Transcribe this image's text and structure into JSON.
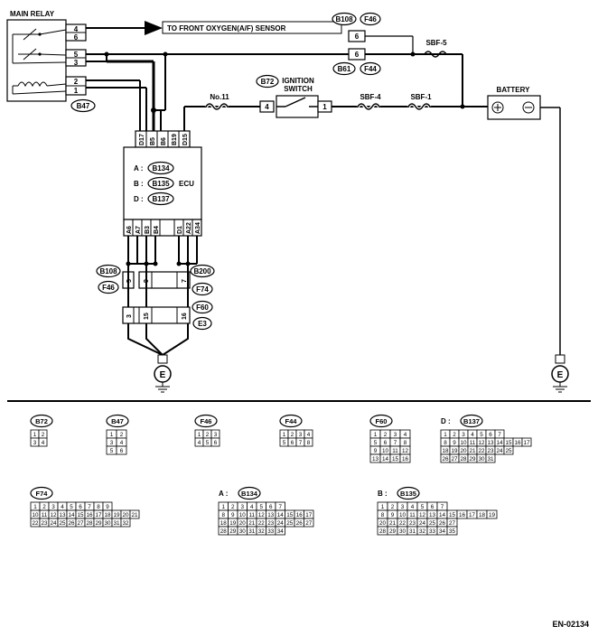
{
  "labels": {
    "main_relay": "MAIN RELAY",
    "to_sensor": "TO FRONT OXYGEN(A/F) SENSOR",
    "b108_top": "B108",
    "f46_top": "F46",
    "b61": "B61",
    "f44_top": "F44",
    "sbf5": "SBF-5",
    "b72_top": "B72",
    "ignition": "IGNITION",
    "switch": "SWITCH",
    "no11": "No.11",
    "sbf4": "SBF-4",
    "sbf1": "SBF-1",
    "battery": "BATTERY",
    "b47_main": "B47",
    "ecu": "ECU",
    "ecu_a_prefix": "A :",
    "ecu_b_prefix": "B :",
    "ecu_d_prefix": "D :",
    "ecu_a_conn": "B134",
    "ecu_b_conn": "B135",
    "ecu_d_conn": "B137",
    "b108_mid": "B108",
    "f46_mid": "F46",
    "b200": "B200",
    "f74_mid": "F74",
    "f60_mid": "F60",
    "e3": "E3",
    "ground_e": "E",
    "ground_e2": "E",
    "figure_code": "EN-02134"
  },
  "relay_pins": [
    "4",
    "6",
    "5",
    "3",
    "2",
    "1"
  ],
  "ecu_top_pins": [
    "D17",
    "B5",
    "B6",
    "B19",
    "D15"
  ],
  "ecu_bottom_pins": [
    "A6",
    "A7",
    "B3",
    "B4",
    "D1",
    "A22",
    "A34"
  ],
  "switch_pins": {
    "left": "4",
    "right": "1"
  },
  "b108_pin": "6",
  "b61_pin": "6",
  "mid_pins": {
    "b108": "5",
    "f74_left": "9",
    "b200": "7",
    "f60_a": "3",
    "f60_b": "15",
    "f60_c": "16"
  },
  "connector_views": {
    "b72": {
      "title": "B72",
      "rows": [
        [
          "1",
          "2"
        ],
        [
          "3",
          "4"
        ]
      ]
    },
    "b47": {
      "title": "B47",
      "rows": [
        [
          "1",
          "2"
        ],
        [
          "3",
          "4"
        ],
        [
          "5",
          "6"
        ]
      ]
    },
    "f46": {
      "title": "F46",
      "rows": [
        [
          "1",
          "2",
          "3"
        ],
        [
          "4",
          "5",
          "6"
        ]
      ]
    },
    "f44": {
      "title": "F44",
      "rows": [
        [
          "1",
          "2",
          "3",
          "4"
        ],
        [
          "5",
          "6",
          "7",
          "8"
        ]
      ]
    },
    "f60": {
      "title": "F60",
      "rows": [
        [
          "1",
          "2",
          "3",
          "4"
        ],
        [
          "5",
          "6",
          "7",
          "8"
        ],
        [
          "9",
          "10",
          "11",
          "12"
        ],
        [
          "13",
          "14",
          "15",
          "16"
        ]
      ]
    },
    "b137": {
      "prefix": "D :",
      "title": "B137",
      "rows": [
        [
          "1",
          "2",
          "3",
          "4",
          "5",
          "6",
          "7"
        ],
        [
          "8",
          "9",
          "10",
          "11",
          "12",
          "13",
          "14",
          "15",
          "16",
          "17"
        ],
        [
          "18",
          "19",
          "20",
          "21",
          "22",
          "23",
          "24",
          "25"
        ],
        [
          "26",
          "27",
          "28",
          "29",
          "30",
          "31"
        ]
      ]
    },
    "f74": {
      "title": "F74",
      "rows": [
        [
          "1",
          "2",
          "3",
          "4",
          "5",
          "6",
          "7",
          "8",
          "9"
        ],
        [
          "10",
          "11",
          "12",
          "13",
          "14",
          "15",
          "16",
          "17",
          "18",
          "19",
          "20",
          "21"
        ],
        [
          "22",
          "23",
          "24",
          "25",
          "26",
          "27",
          "28",
          "29",
          "30",
          "31",
          "32"
        ]
      ]
    },
    "b134": {
      "prefix": "A :",
      "title": "B134",
      "rows": [
        [
          "1",
          "2",
          "3",
          "4",
          "5",
          "6",
          "7"
        ],
        [
          "8",
          "9",
          "10",
          "11",
          "12",
          "13",
          "14",
          "15",
          "16",
          "17"
        ],
        [
          "18",
          "19",
          "20",
          "21",
          "22",
          "23",
          "24",
          "25",
          "26",
          "27"
        ],
        [
          "28",
          "29",
          "30",
          "31",
          "32",
          "33",
          "34"
        ]
      ]
    },
    "b135": {
      "prefix": "B :",
      "title": "B135",
      "rows": [
        [
          "1",
          "2",
          "3",
          "4",
          "5",
          "6",
          "7"
        ],
        [
          "8",
          "9",
          "10",
          "11",
          "12",
          "13",
          "14",
          "15",
          "16",
          "17",
          "18",
          "19"
        ],
        [
          "20",
          "21",
          "22",
          "23",
          "24",
          "25",
          "26",
          "27"
        ],
        [
          "28",
          "29",
          "30",
          "31",
          "32",
          "33",
          "34",
          "35"
        ]
      ]
    }
  }
}
